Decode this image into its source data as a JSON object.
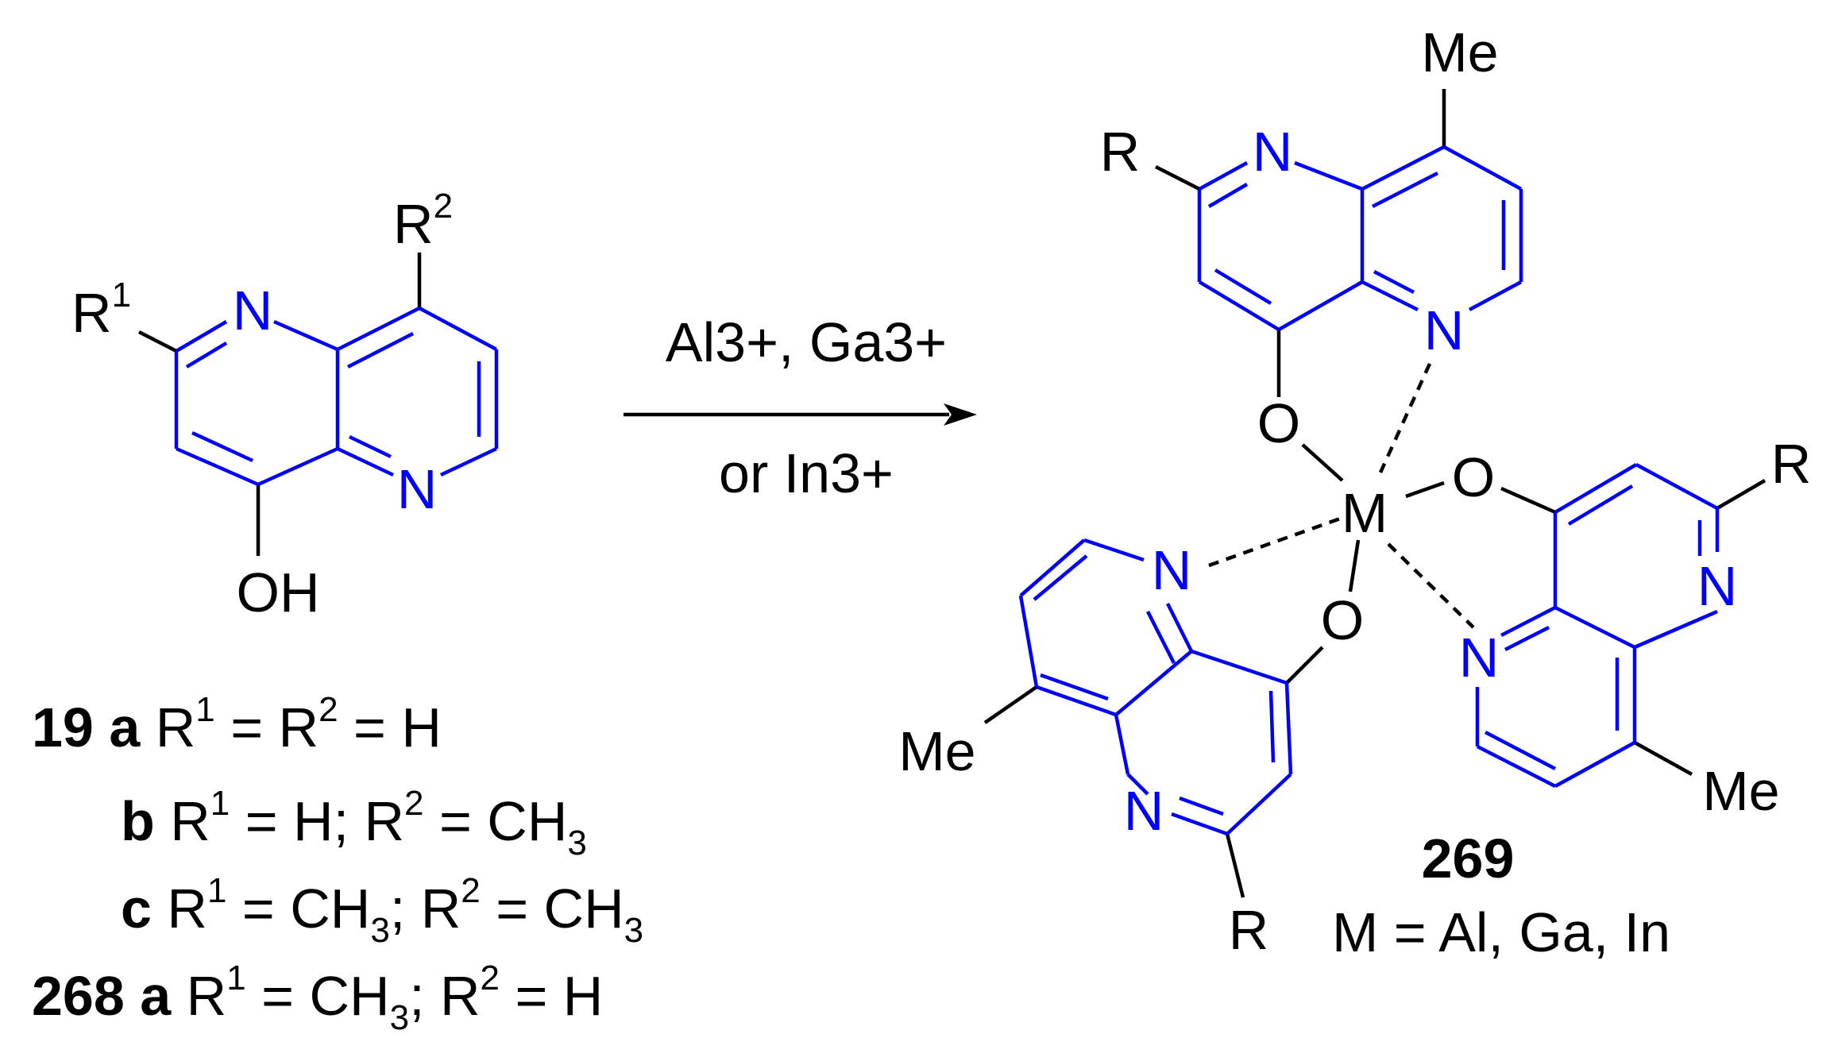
{
  "labels": {
    "nitrogen": "N",
    "hydroxyl": "OH",
    "oxygen": "O",
    "metal": "M",
    "methyl": "Me",
    "r_generic": "R",
    "r_base": "R",
    "r1_sup": "1",
    "r2_sup": "2"
  },
  "reaction": {
    "reagents_top": "Al3+, Ga3+",
    "reagents_bottom": "or In3+"
  },
  "product": {
    "compound_number": "269",
    "metal_definition": "M = Al, Ga, In"
  },
  "substituent_table": [
    {
      "compound": "19",
      "variant": "a",
      "parts": [
        "R",
        "1",
        " = R",
        "2",
        " = H"
      ]
    },
    {
      "compound": "",
      "variant": "b",
      "parts": [
        "R",
        "1",
        " = H; R",
        "2",
        " = CH",
        "3"
      ]
    },
    {
      "compound": "",
      "variant": "c",
      "parts": [
        "R",
        "1",
        " = CH",
        "3",
        "; R",
        "2",
        " = CH",
        "3"
      ]
    },
    {
      "compound": "268",
      "variant": "a",
      "parts": [
        "R",
        "1",
        " = CH",
        "3",
        "; R",
        "2",
        " = H"
      ]
    }
  ],
  "colors": {
    "ring_bonds": "#0000ff",
    "substituent_bonds": "#000000",
    "background": "#ffffff"
  }
}
